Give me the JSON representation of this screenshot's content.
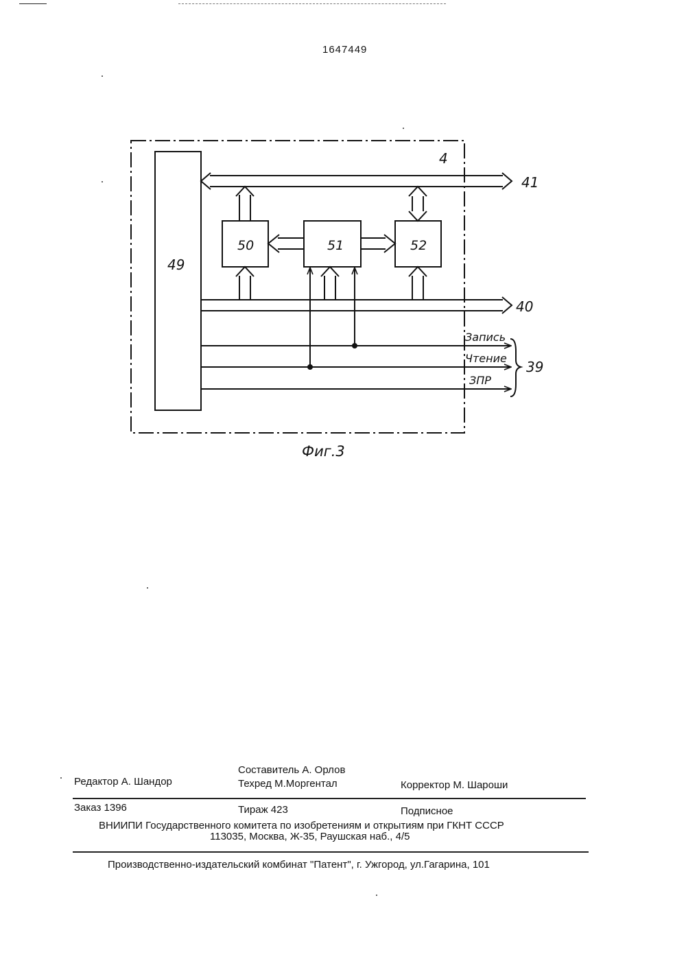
{
  "header": {
    "document_number": "1647449"
  },
  "figure": {
    "caption": "Фиг.3",
    "frame_label": "4",
    "blocks": {
      "b49": "49",
      "b50": "50",
      "b51": "51",
      "b52": "52"
    },
    "buses": {
      "top": "41",
      "middle": "40",
      "group": "39"
    },
    "signals": {
      "write": "Запись",
      "read": "Чтение",
      "zpr": "ЗПР"
    }
  },
  "footer": {
    "editor": "Редактор А. Шандор",
    "compiler": "Составитель А. Орлов",
    "techred": "Техред М.Моргентал",
    "corrector": "Корректор  М. Шароши",
    "order": "Заказ  1396",
    "circulation": "Тираж 423",
    "subscription": "Подписное",
    "org": "ВНИИПИ Государственного комитета по изобретениям и открытиям при ГКНТ СССР",
    "address": "113035, Москва, Ж-35, Раушская наб., 4/5",
    "publisher": "Производственно-издательский комбинат \"Патент\", г. Ужгород, ул.Гагарина, 101"
  }
}
